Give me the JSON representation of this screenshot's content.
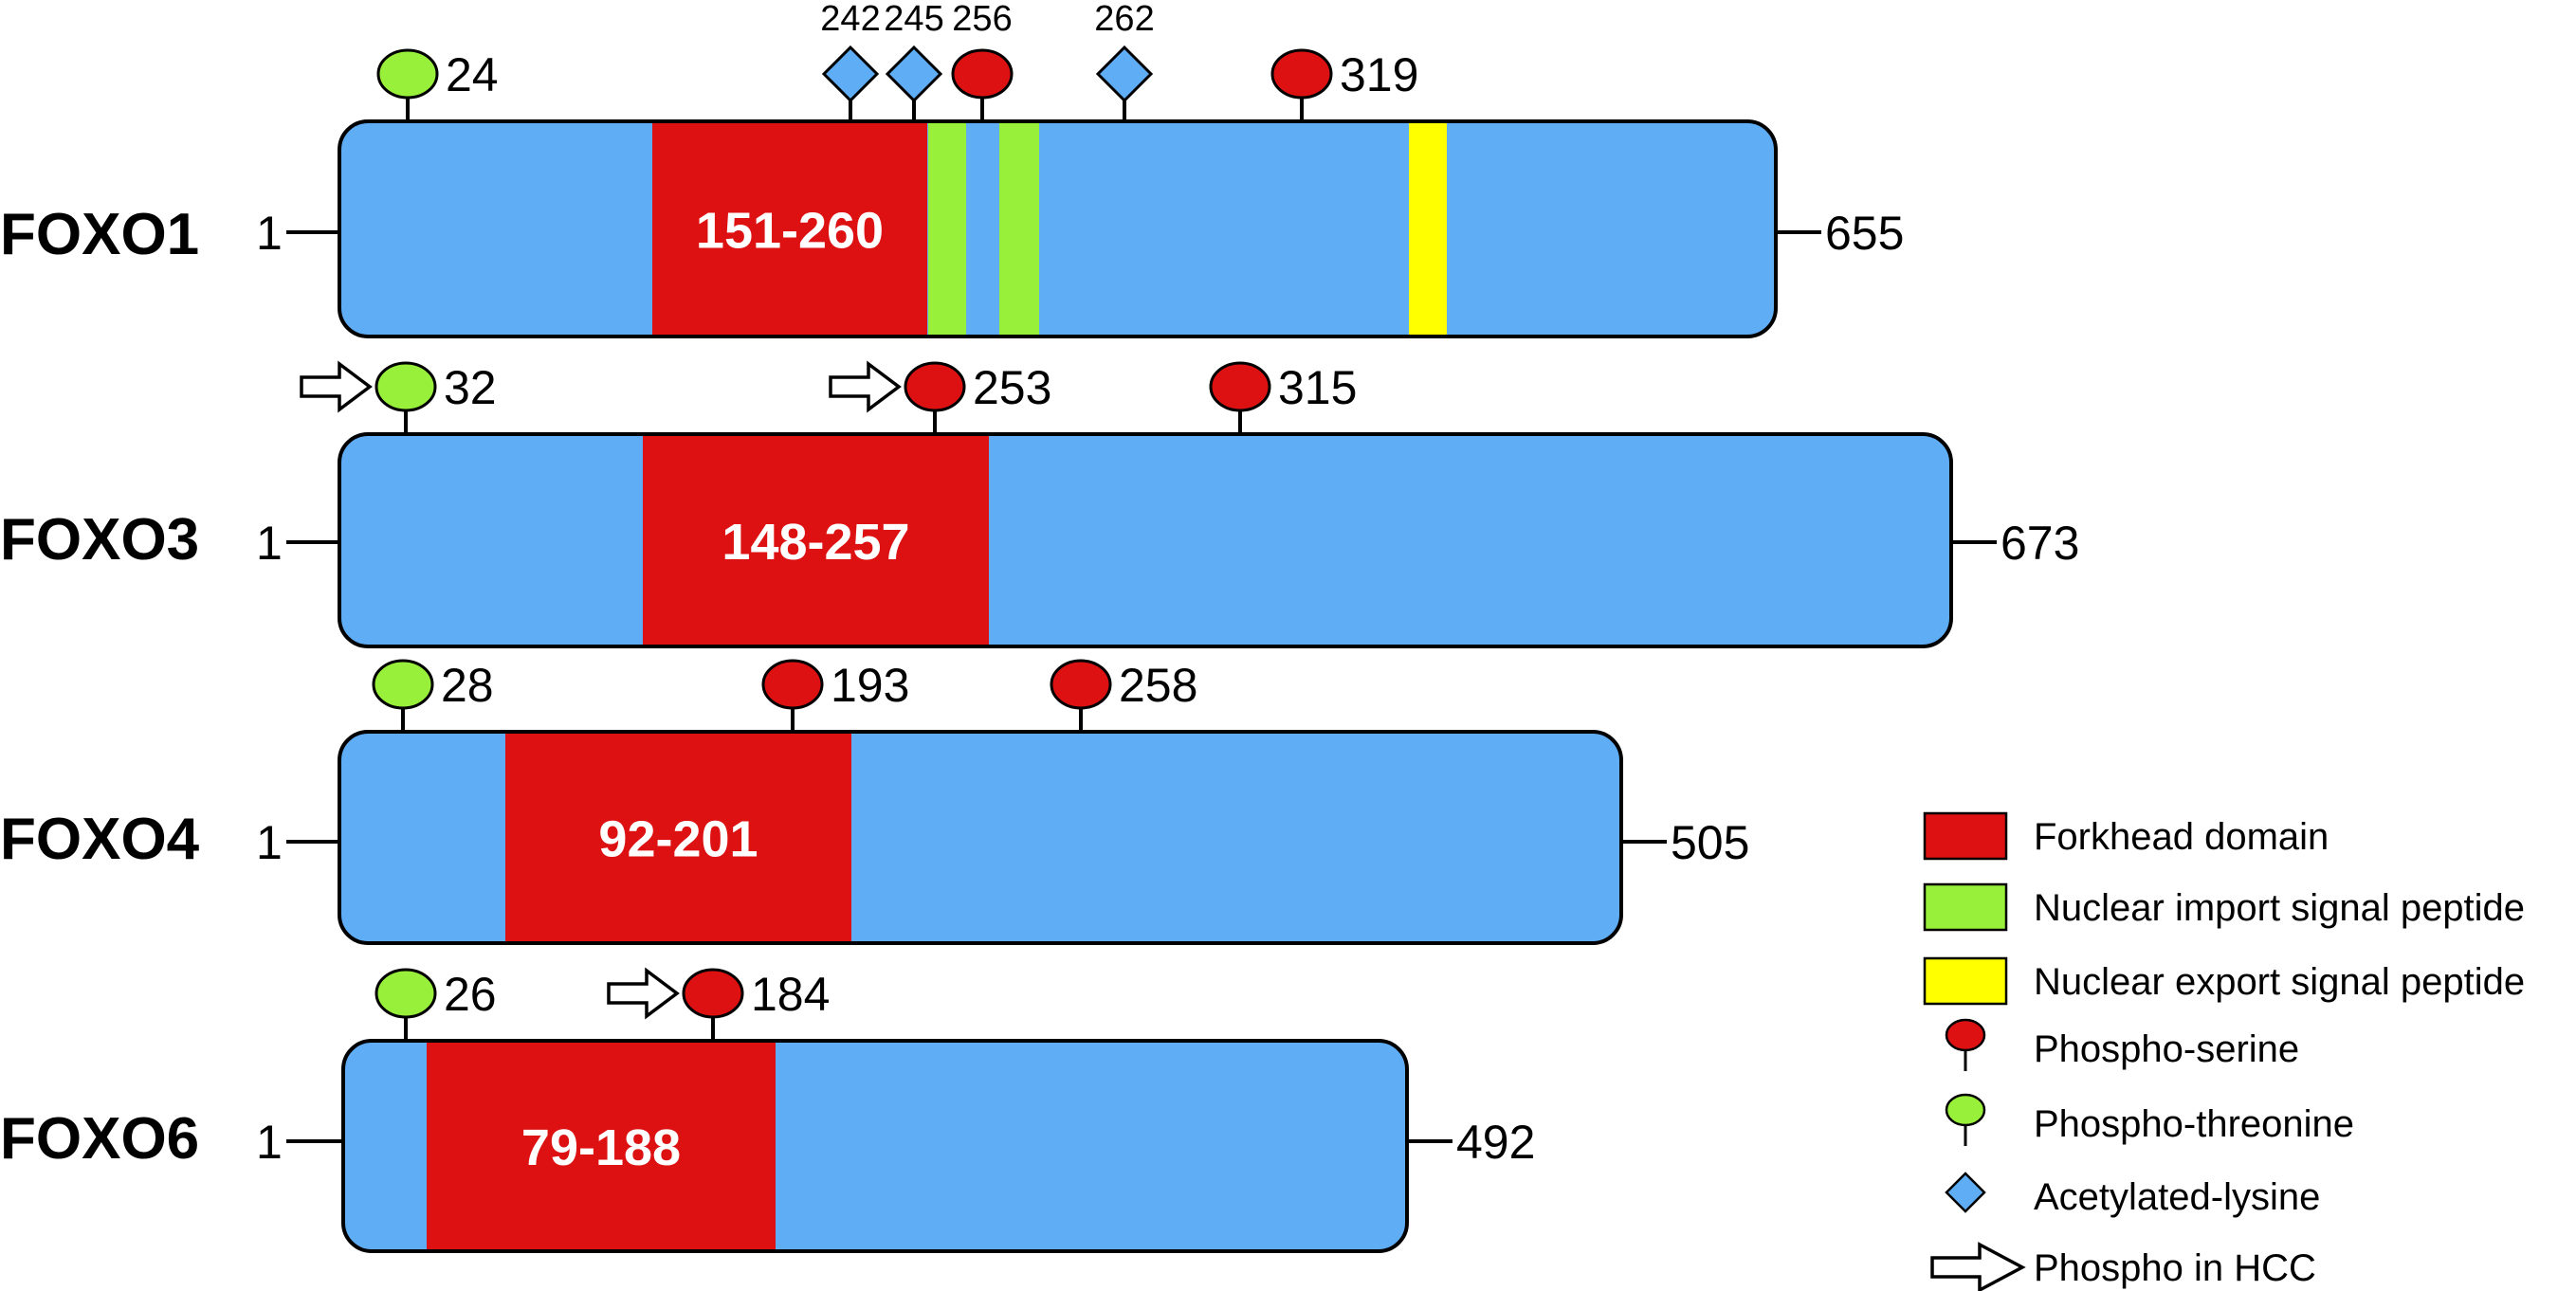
{
  "colors": {
    "protein_body": "#5FADF5",
    "forkhead": "#DD1111",
    "nuclear_import": "#99F03A",
    "nuclear_export": "#FFFF00",
    "phospho_serine": "#DD1111",
    "phospho_threonine": "#99F03A",
    "acetylated_lysine": "#5FADF5",
    "outline": "#000000"
  },
  "proteins": [
    {
      "name": "FOXO1",
      "start_label": "1",
      "length": 655,
      "end_label": "655",
      "domain": {
        "start": 151,
        "end": 260,
        "label": "151-260"
      },
      "import_signals": [
        {
          "start": 239,
          "end": 253
        },
        {
          "start": 267,
          "end": 284
        }
      ],
      "export_signals": [
        {
          "start": 460,
          "end": 476
        }
      ],
      "sites": [
        {
          "type": "threonine",
          "position": 24,
          "label": "24"
        },
        {
          "type": "lysine",
          "position": 242,
          "label": "242"
        },
        {
          "type": "lysine",
          "position": 245,
          "label": "245"
        },
        {
          "type": "serine",
          "position": 256,
          "label": "256"
        },
        {
          "type": "lysine",
          "position": 262,
          "label": "262"
        },
        {
          "type": "serine",
          "position": 319,
          "label": "319"
        }
      ]
    },
    {
      "name": "FOXO3",
      "start_label": "1",
      "length": 673,
      "end_label": "673",
      "domain": {
        "start": 148,
        "end": 257,
        "label": "148-257"
      },
      "import_signals": [],
      "export_signals": [],
      "sites": [
        {
          "type": "threonine",
          "position": 32,
          "label": "32",
          "hcc": true
        },
        {
          "type": "serine",
          "position": 253,
          "label": "253",
          "hcc": true
        },
        {
          "type": "serine",
          "position": 315,
          "label": "315"
        }
      ]
    },
    {
      "name": "FOXO4",
      "start_label": "1",
      "length": 505,
      "end_label": "505",
      "domain": {
        "start": 92,
        "end": 201,
        "label": "92-201"
      },
      "import_signals": [],
      "export_signals": [],
      "sites": [
        {
          "type": "threonine",
          "position": 28,
          "label": "28"
        },
        {
          "type": "serine",
          "position": 193,
          "label": "193"
        },
        {
          "type": "serine",
          "position": 258,
          "label": "258"
        }
      ]
    },
    {
      "name": "FOXO6",
      "start_label": "1",
      "length": 492,
      "end_label": "492",
      "domain": {
        "start": 79,
        "end": 188,
        "label": "79-188"
      },
      "import_signals": [],
      "export_signals": [],
      "sites": [
        {
          "type": "threonine",
          "position": 26,
          "label": "26"
        },
        {
          "type": "serine",
          "position": 184,
          "label": "184",
          "hcc": true
        }
      ]
    }
  ],
  "legend": [
    {
      "key": "forkhead",
      "symbol": "box",
      "label": "Forkhead domain"
    },
    {
      "key": "nuclear_import",
      "symbol": "box",
      "label": "Nuclear import signal peptide"
    },
    {
      "key": "nuclear_export",
      "symbol": "box",
      "label": "Nuclear export signal peptide"
    },
    {
      "key": "phospho_serine",
      "symbol": "lollipop",
      "label": "Phospho-serine"
    },
    {
      "key": "phospho_threonine",
      "symbol": "lollipop",
      "label": "Phospho-threonine"
    },
    {
      "key": "acetylated_lysine",
      "symbol": "diamond",
      "label": "Acetylated-lysine"
    },
    {
      "key": "hcc",
      "symbol": "arrow",
      "label": "Phospho in HCC"
    }
  ]
}
